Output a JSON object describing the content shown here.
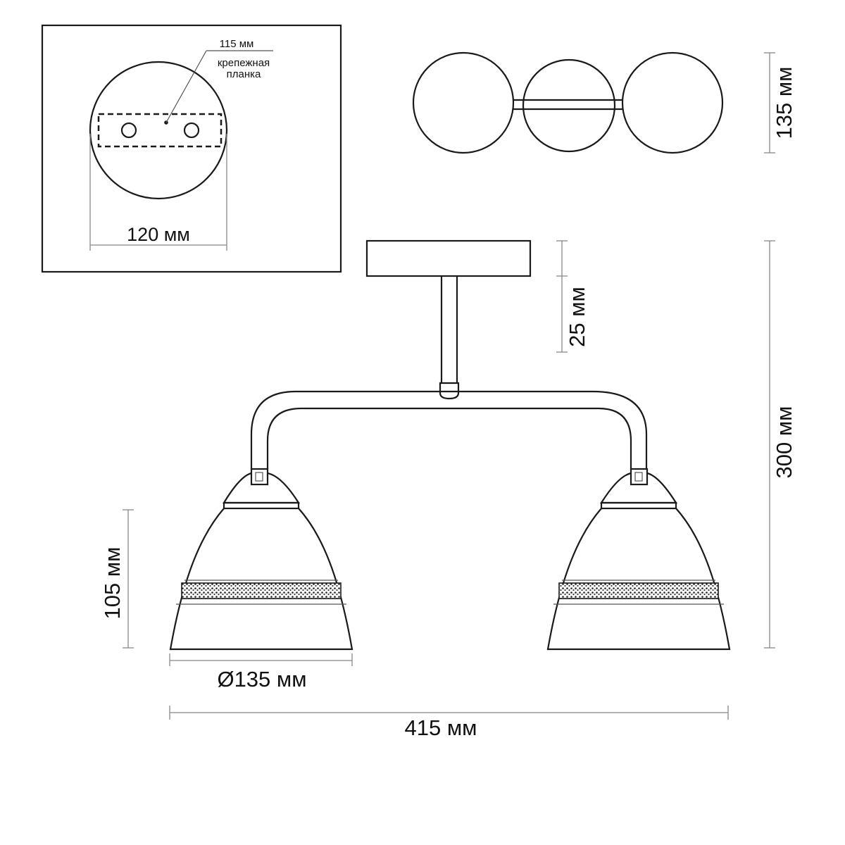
{
  "labels": {
    "plate_width": "115 мм",
    "plate_name": "крепежная планка",
    "plate_name_line1": "крепежная",
    "plate_name_line2": "планка",
    "base_diameter": "120 мм",
    "top_view_depth": "135 мм",
    "stem_length": "25 мм",
    "total_height": "300 мм",
    "shade_height": "105 мм",
    "shade_diameter": "Ø135 мм",
    "total_width": "415 мм"
  },
  "colors": {
    "line": "#1a1a1a",
    "dimension_line": "#888888",
    "background": "#ffffff"
  }
}
